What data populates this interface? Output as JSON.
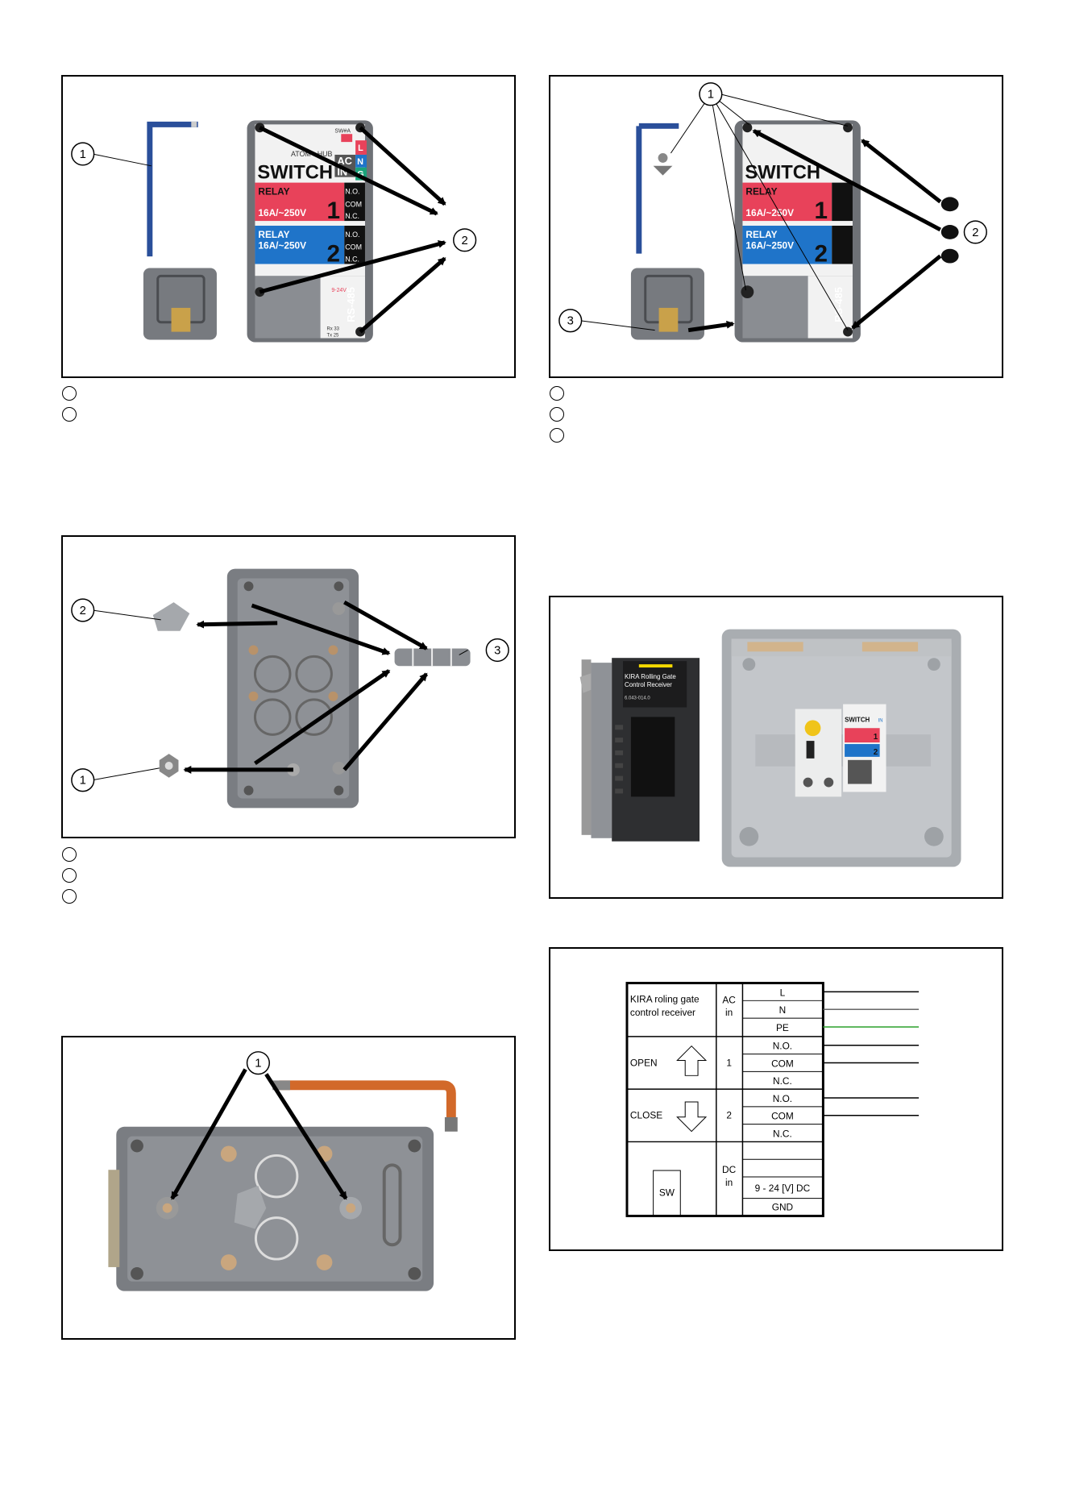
{
  "fig1": {
    "callouts": [
      "1",
      "2"
    ],
    "device": {
      "brand": "ATOM · HUB",
      "model": "SWITCH",
      "switch_label": "SW#A",
      "ac_in": [
        "AC",
        "IN"
      ],
      "ac_terms": [
        "L",
        "N",
        "G"
      ],
      "relay1": {
        "title": "RELAY",
        "rating": "16A/~250V",
        "number": "1",
        "terms": [
          "N.O.",
          "COM",
          "N.C."
        ]
      },
      "relay2": {
        "title": "RELAY",
        "rating": "16A/~250V",
        "number": "2",
        "terms": [
          "N.O.",
          "COM",
          "N.C."
        ]
      },
      "rs485": "RS-485",
      "dc_label": "9-24V",
      "pins": [
        "Rx 33",
        "Tx 25"
      ]
    }
  },
  "fig2": {
    "callouts": [
      "1",
      "2",
      "3"
    ]
  },
  "fig3": {
    "callouts": [
      "1",
      "2",
      "3"
    ]
  },
  "fig4": {
    "receiver_label_line1": "KIRA Rolling Gate",
    "receiver_label_line2": "Control Receiver",
    "receiver_code": "6.043-014.0",
    "device_model": "SWITCH",
    "device_ac_in": "IN",
    "device_terms": [
      "1",
      "2"
    ]
  },
  "fig5": {
    "callouts": [
      "1"
    ]
  },
  "fig6": {
    "title_line1": "KIRA roling gate",
    "title_line2": "control receiver",
    "ac_in_line1": "AC",
    "ac_in_line2": "in",
    "ac_terms": [
      "L",
      "N",
      "PE"
    ],
    "open_label": "OPEN",
    "open_number": "1",
    "open_terms": [
      "N.O.",
      "COM",
      "N.C."
    ],
    "close_label": "CLOSE",
    "close_number": "2",
    "close_terms": [
      "N.O.",
      "COM",
      "N.C."
    ],
    "dc_in_line1": "DC",
    "dc_in_line2": "in",
    "dc_terms": [
      "",
      "",
      "9 - 24 [V] DC",
      "GND"
    ],
    "sw_label": "SW",
    "colors": {
      "pe_wire": "#2ca02c",
      "n_wire": "#555555"
    }
  },
  "colors": {
    "relay1": "#e8425a",
    "relay2": "#1f74c9",
    "enclosure": "#7a7d82",
    "hex_key_blue": "#2a4f9a",
    "hex_key_orange": "#d2692a"
  }
}
